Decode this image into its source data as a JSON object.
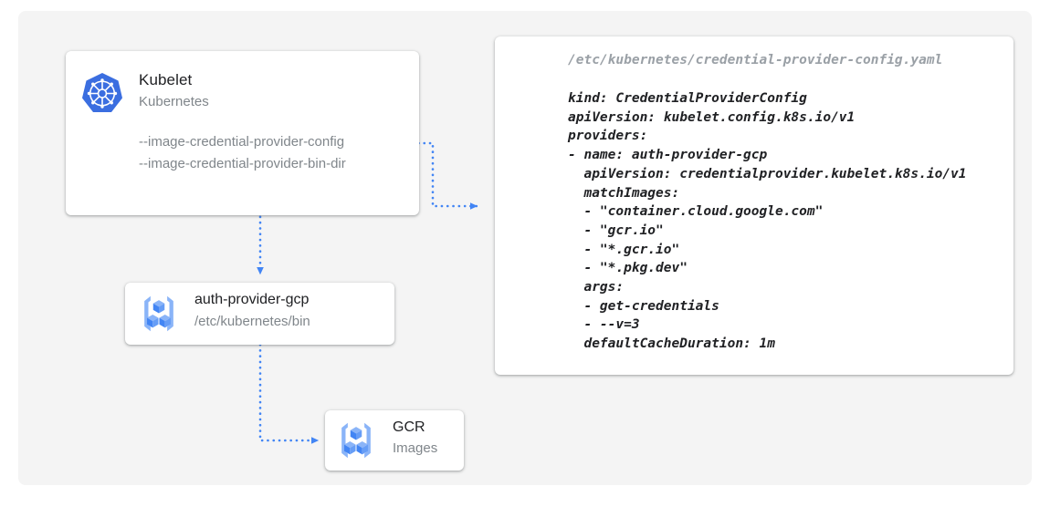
{
  "canvas": {
    "background_color": "#f4f4f4",
    "accent_color": "#4285f4"
  },
  "kubelet_card": {
    "icon": "kubernetes-logo-icon",
    "title": "Kubelet",
    "subtitle": "Kubernetes",
    "flags": [
      "--image-credential-provider-config",
      "--image-credential-provider-bin-dir"
    ]
  },
  "auth_provider_card": {
    "icon": "container-registry-icon",
    "title": "auth-provider-gcp",
    "subtitle": "/etc/kubernetes/bin"
  },
  "gcr_card": {
    "icon": "container-registry-icon",
    "title": "GCR",
    "subtitle": "Images"
  },
  "yaml_card": {
    "file_path": "/etc/kubernetes/credential-provider-config.yaml",
    "code": "kind: CredentialProviderConfig\napiVersion: kubelet.config.k8s.io/v1\nproviders:\n- name: auth-provider-gcp\n  apiVersion: credentialprovider.kubelet.k8s.io/v1\n  matchImages:\n  - \"container.cloud.google.com\"\n  - \"gcr.io\"\n  - \"*.gcr.io\"\n  - \"*.pkg.dev\"\n  args:\n  - get-credentials\n  - --v=3\n  defaultCacheDuration: 1m"
  },
  "connectors": [
    {
      "name": "kubelet-to-yaml-config",
      "style": "dotted-arrow",
      "color": "#4285f4"
    },
    {
      "name": "kubelet-to-auth-provider",
      "style": "dotted-arrow",
      "color": "#4285f4"
    },
    {
      "name": "auth-provider-to-gcr",
      "style": "dotted-arrow",
      "color": "#4285f4"
    }
  ]
}
